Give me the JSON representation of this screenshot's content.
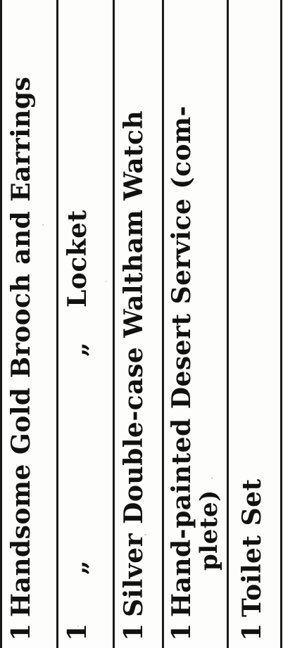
{
  "lines": [
    {
      "qty": "1",
      "text": "Handsome Gold Brooch and Earrings"
    },
    {
      "qty": "1",
      "ditto": "„",
      "ditto2": "„",
      "text": "Locket"
    },
    {
      "qty": "1",
      "text": "Silver Double-case Waltham Watch"
    },
    {
      "qty": "1",
      "text": "Hand-painted Desert Service (com-",
      "cont": "plete)"
    },
    {
      "qty": "1",
      "text": "Toilet Set"
    }
  ]
}
